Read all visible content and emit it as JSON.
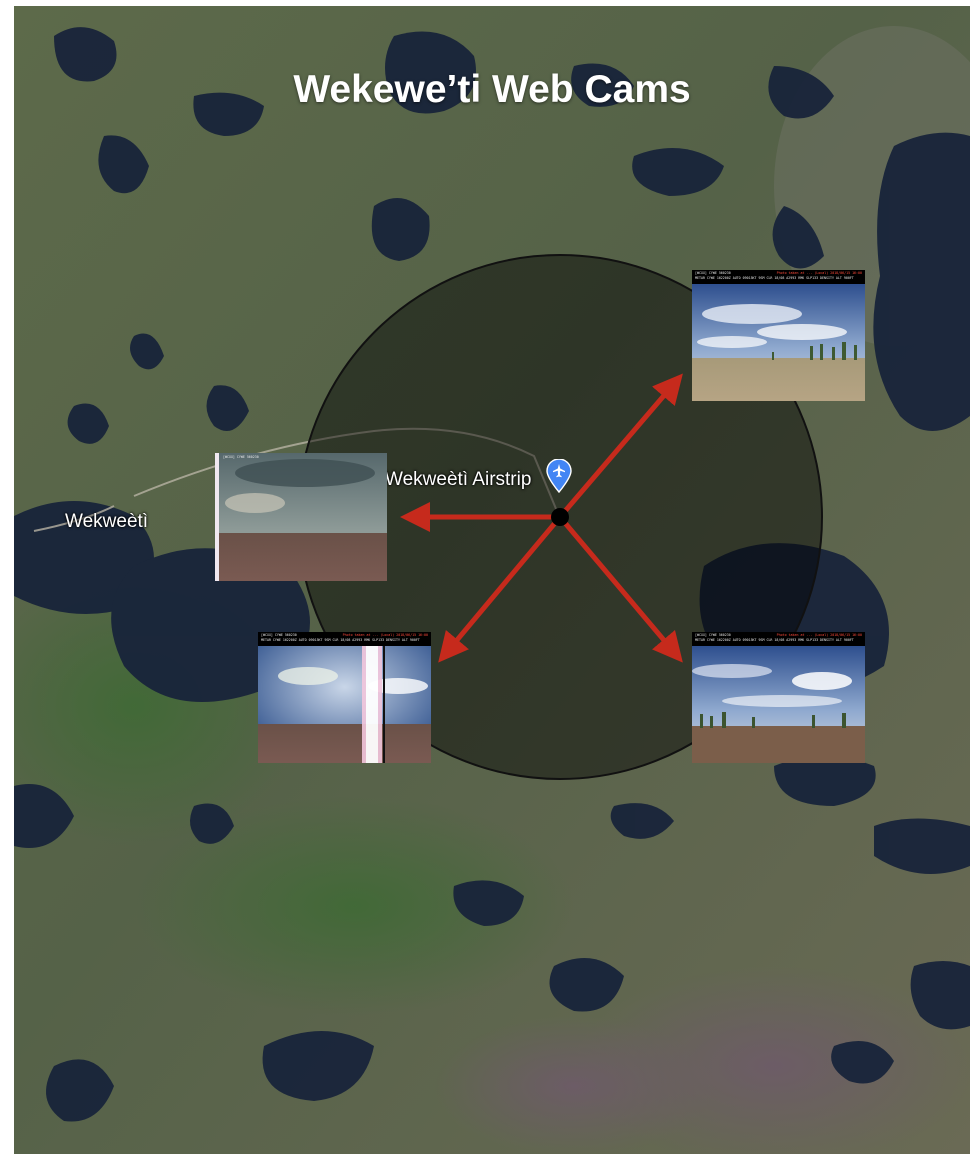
{
  "title": "Wekewe’ti Web Cams",
  "places": {
    "town": "Wekweètì",
    "airstrip": "Wekweètì Airstrip"
  },
  "icons": {
    "airport_pin": "airplane-pin-icon",
    "center_marker": "center-dot-icon"
  },
  "colors": {
    "arrow": "#c62a1c",
    "pin": "#4285f4",
    "circle_overlay": "rgba(0,0,0,0.45)",
    "title_text": "#ffffff"
  },
  "webcams": [
    {
      "id": "north-east",
      "direction_icon": "arrow-north-east-icon",
      "header_left": "[WCXX] CYWE 560230",
      "header_right": "Photo taken at ... (Local) 2018/06/15 16:00",
      "header_line2": "METAR CYWE 162200Z AUTO 09015KT 9SM CLR 18/08 A2993 RMK SLP133 DENSITY ALT 900FT"
    },
    {
      "id": "west",
      "direction_icon": "arrow-west-icon",
      "header_left": "[WCXX] CYWE 560230",
      "header_right": "",
      "header_line2": ""
    },
    {
      "id": "south-west",
      "direction_icon": "arrow-south-west-icon",
      "header_left": "[WCXX] CYWE 560230",
      "header_right": "Photo taken at ... (Local) 2018/06/15 16:00",
      "header_line2": "METAR CYWE 162200Z AUTO 09015KT 9SM CLR 18/08 A2993 RMK SLP133 DENSITY ALT 900FT"
    },
    {
      "id": "south-east",
      "direction_icon": "arrow-south-east-icon",
      "header_left": "[WCXX] CYWE 560230",
      "header_right": "Photo taken at ... (Local) 2018/06/15 16:00",
      "header_line2": "METAR CYWE 162200Z AUTO 09015KT 9SM CLR 18/08 A2993 RMK SLP133 DENSITY ALT 900FT"
    }
  ]
}
